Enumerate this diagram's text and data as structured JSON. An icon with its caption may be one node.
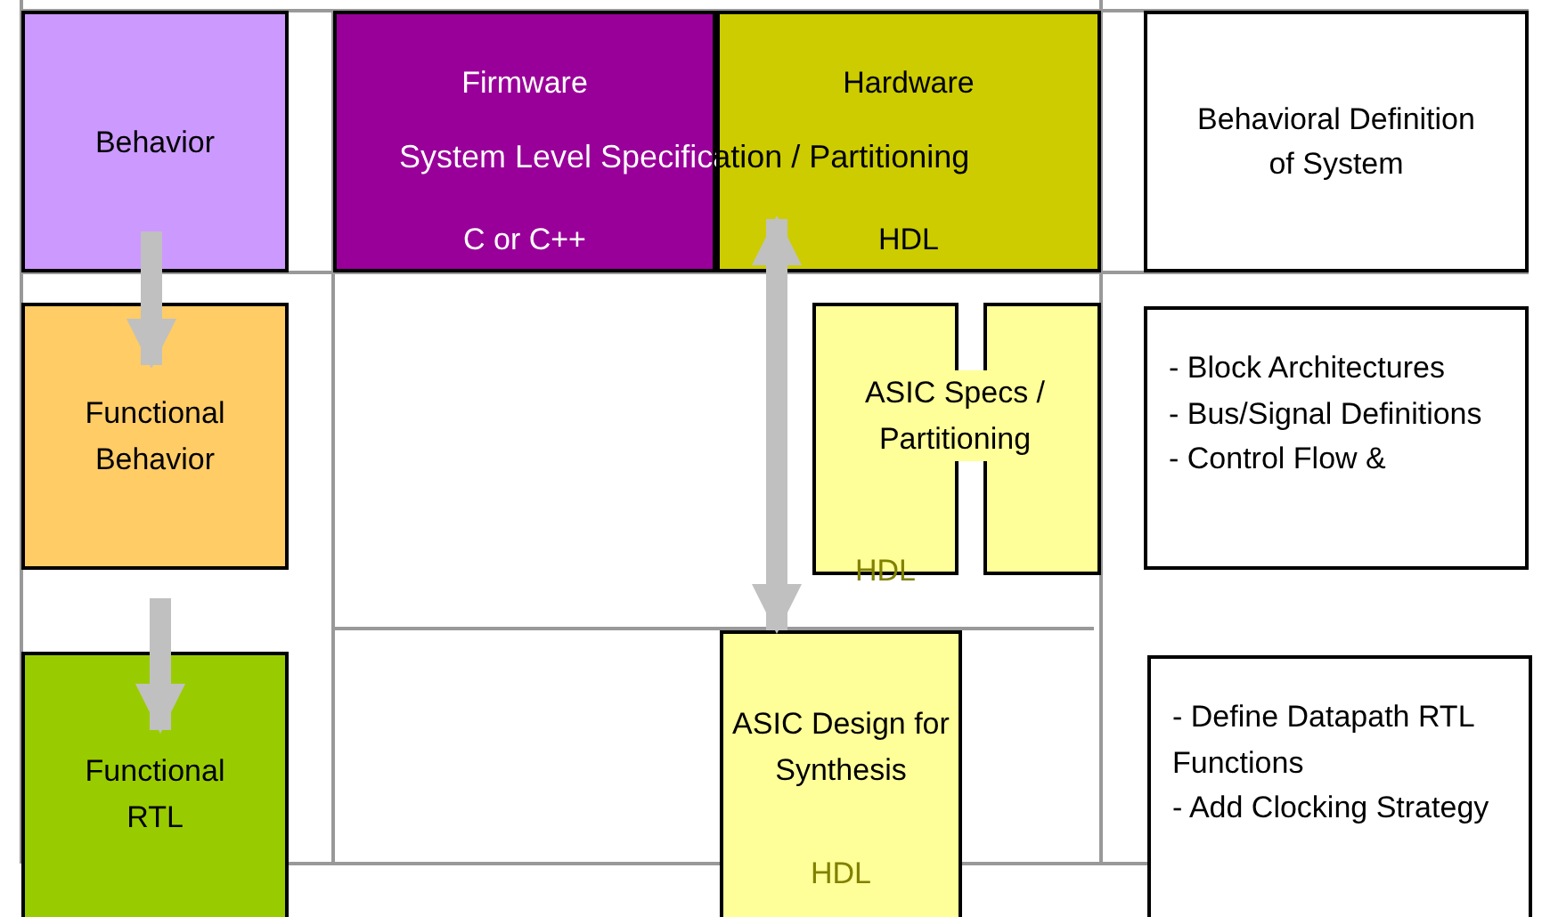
{
  "diagram": {
    "nodes": [
      {
        "text": [
          "Behavior"
        ]
      },
      {
        "text": [
          "Firmware",
          "C or C++"
        ]
      },
      {
        "text": [
          "Hardware",
          "HDL"
        ]
      },
      {
        "text": [
          "Behavioral Definition of System"
        ]
      },
      {
        "text": [
          "Functional Behavior"
        ]
      },
      {
        "text": [
          "ASIC Specs / Partitioning",
          "HDL"
        ]
      },
      {
        "text": [],
        "shape": "box"
      },
      {
        "text": [
          "- Block Architectures",
          "- Bus/Signal Definitions",
          "- Control Flow &"
        ]
      },
      {
        "text": [
          "Functional RTL"
        ]
      },
      {
        "text": [
          "ASIC Design for Synthesis",
          "HDL"
        ]
      },
      {
        "text": [
          "- Define Datapath RTL Functions",
          "- Add Clocking Strategy"
        ]
      }
    ],
    "edges": [
      {
        "from": 0,
        "to": 4,
        "arrow": "to"
      },
      {
        "from": 4,
        "to": 8,
        "arrow": "to"
      },
      {
        "from": 2,
        "to": 9,
        "arrow": "both"
      }
    ],
    "labels": [
      "System Level Specification / Partitioning"
    ]
  }
}
